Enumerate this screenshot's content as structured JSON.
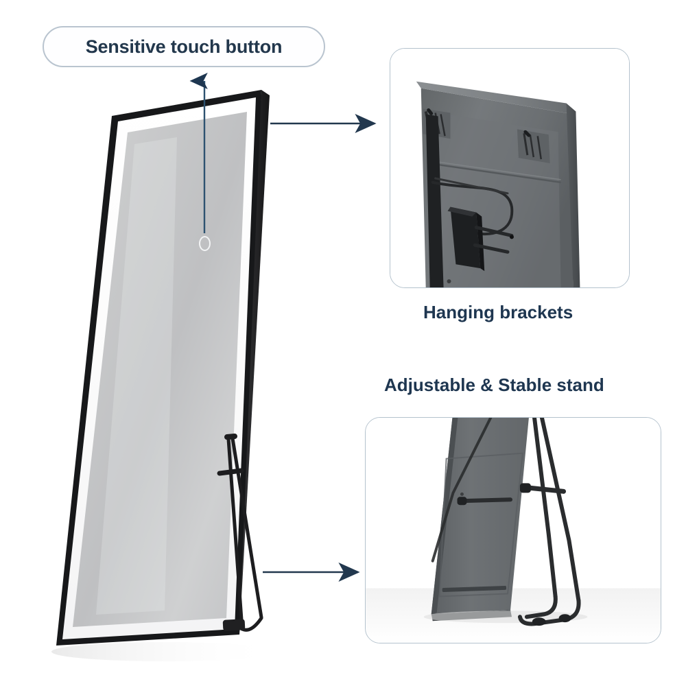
{
  "page": {
    "background_color": "#ffffff",
    "accent_color": "#1e3650",
    "panel_border_color": "#b4c2cd",
    "frame_color": "#1a1a1a",
    "back_panel_color": "#6e7276"
  },
  "callouts": {
    "touch_button": {
      "label": "Sensitive touch button",
      "style": "pill",
      "border_color": "#b9c4cf",
      "text_color": "#22374c"
    },
    "hanging_brackets": {
      "label": "Hanging brackets",
      "text_color": "#1e3650"
    },
    "adjustable_stand": {
      "label": "Adjustable & Stable stand",
      "text_color": "#1e3650"
    }
  },
  "panels": [
    {
      "name": "hanging-brackets-panel",
      "caption": "Hanging brackets",
      "subject": "mirror-back-with-brackets"
    },
    {
      "name": "adjustable-stand-panel",
      "caption": "Adjustable & Stable stand",
      "subject": "mirror-back-with-a-frame-stand"
    }
  ],
  "product": {
    "name": "full-length-led-mirror",
    "parts": [
      "black-frame",
      "led-light-strip",
      "mirror-glass",
      "touch-button",
      "a-frame-stand"
    ]
  },
  "arrows": [
    {
      "name": "touch-button-arrow",
      "direction": "up"
    },
    {
      "name": "brackets-connector-arrow",
      "direction": "right"
    },
    {
      "name": "stand-connector-arrow",
      "direction": "right"
    }
  ]
}
